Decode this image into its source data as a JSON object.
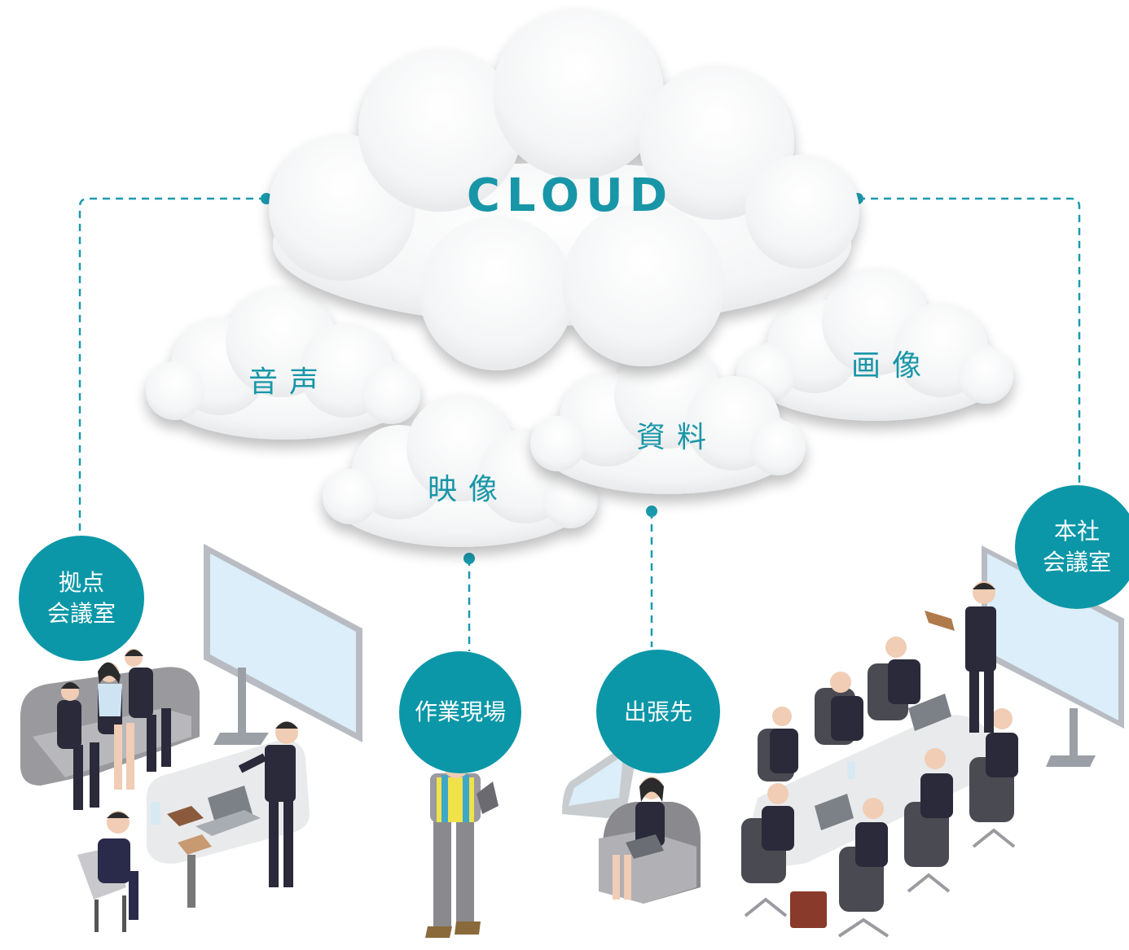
{
  "diagram": {
    "main_label": "CLOUD",
    "data_clouds": [
      {
        "id": "audio",
        "label": "音声"
      },
      {
        "id": "image",
        "label": "画像"
      },
      {
        "id": "video",
        "label": "映像"
      },
      {
        "id": "documents",
        "label": "資料"
      }
    ],
    "locations": [
      {
        "id": "branch",
        "label": "拠点\n会議室"
      },
      {
        "id": "worksite",
        "label": "作業現場"
      },
      {
        "id": "business-trip",
        "label": "出張先"
      },
      {
        "id": "headquarters",
        "label": "本社\n会議室"
      }
    ]
  },
  "colors": {
    "accent": "#0b97a8",
    "connector": "#1a9aae",
    "cloud": "#f3f4f5",
    "suit": "#2a2a3a",
    "chair": "#8a8a8e",
    "screen": "#dbeef9"
  }
}
